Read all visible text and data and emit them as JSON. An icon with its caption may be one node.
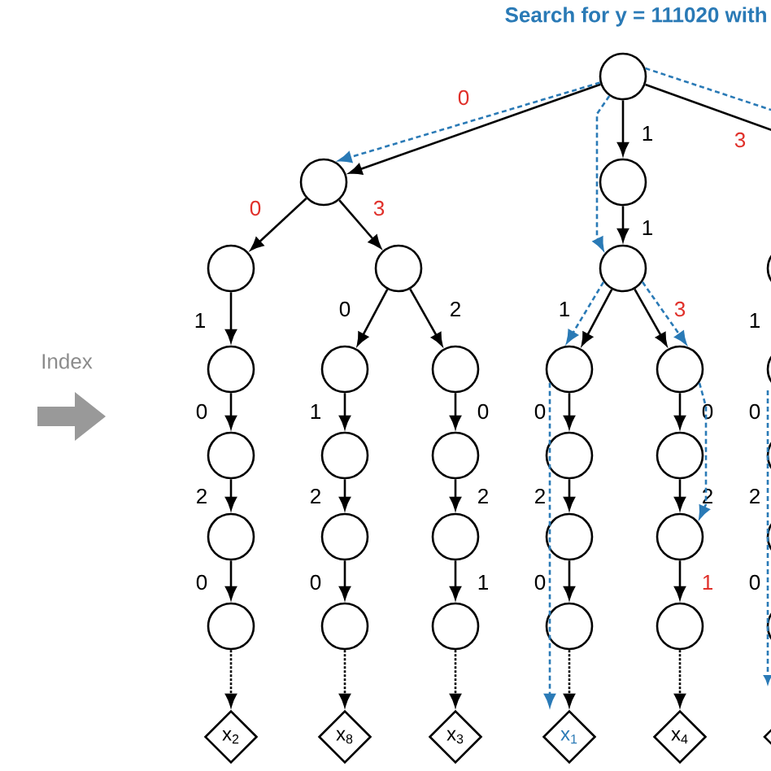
{
  "diagram": {
    "title": "Search for y = 111020 with",
    "nodes": [
      {
        "text": [],
        "shape": "circle"
      },
      {
        "text": [],
        "shape": "circle"
      },
      {
        "text": [],
        "shape": "circle"
      },
      {
        "text": [],
        "shape": "circle"
      },
      {
        "text": [],
        "shape": "circle"
      },
      {
        "text": [],
        "shape": "circle"
      },
      {
        "text": [],
        "shape": "circle"
      },
      {
        "text": [],
        "shape": "circle"
      },
      {
        "text": [],
        "shape": "circle"
      },
      {
        "text": [],
        "shape": "circle"
      },
      {
        "text": [],
        "shape": "circle"
      },
      {
        "text": [],
        "shape": "circle"
      },
      {
        "text": [],
        "shape": "circle"
      },
      {
        "text": [],
        "shape": "circle"
      },
      {
        "text": [],
        "shape": "circle"
      },
      {
        "text": [],
        "shape": "circle"
      },
      {
        "text": [],
        "shape": "circle"
      },
      {
        "text": [],
        "shape": "circle"
      },
      {
        "text": [],
        "shape": "circle"
      },
      {
        "text": [],
        "shape": "circle"
      },
      {
        "text": [],
        "shape": "circle"
      },
      {
        "text": [],
        "shape": "circle"
      },
      {
        "text": [],
        "shape": "circle"
      },
      {
        "text": [],
        "shape": "circle"
      },
      {
        "text": [],
        "shape": "circle"
      },
      {
        "text": [],
        "shape": "circle"
      },
      {
        "text": [
          "x$_{2}$"
        ]
      },
      {
        "text": [
          "x$_{8}$"
        ]
      },
      {
        "text": [
          "x$_{3}$"
        ]
      },
      {
        "text": [
          "x$_{1}$"
        ]
      },
      {
        "text": [
          "x$_{4}$"
        ]
      }
    ],
    "edges": [
      {
        "from": 0,
        "to": 1,
        "arrow": "to",
        "label": "0"
      },
      {
        "from": 0,
        "to": 2,
        "arrow": "to",
        "label": "1"
      },
      {
        "from": 0,
        "to": null,
        "arrow": "none",
        "label": "3"
      },
      {
        "from": 1,
        "to": 3,
        "arrow": "to",
        "label": "0"
      },
      {
        "from": 1,
        "to": 4,
        "arrow": "to",
        "label": "3"
      },
      {
        "from": 2,
        "to": 5,
        "arrow": "to",
        "label": "1"
      },
      {
        "from": 3,
        "to": 6,
        "arrow": "to",
        "label": "1"
      },
      {
        "from": 4,
        "to": 7,
        "arrow": "to",
        "label": "0"
      },
      {
        "from": 4,
        "to": 8,
        "arrow": "to",
        "label": "2"
      },
      {
        "from": 5,
        "to": 9,
        "arrow": "to",
        "label": "1"
      },
      {
        "from": 5,
        "to": 10,
        "arrow": "to",
        "label": "3"
      },
      {
        "from": 6,
        "to": 11,
        "arrow": "to",
        "label": "0"
      },
      {
        "from": 11,
        "to": 16,
        "arrow": "to",
        "label": "2"
      },
      {
        "from": 16,
        "to": 21,
        "arrow": "to",
        "label": "0"
      },
      {
        "from": 7,
        "to": 12,
        "arrow": "to",
        "label": "1"
      },
      {
        "from": 12,
        "to": 17,
        "arrow": "to",
        "label": "2"
      },
      {
        "from": 17,
        "to": 22,
        "arrow": "to",
        "label": "0"
      },
      {
        "from": 8,
        "to": 13,
        "arrow": "to",
        "label": "0"
      },
      {
        "from": 13,
        "to": 18,
        "arrow": "to",
        "label": "2"
      },
      {
        "from": 18,
        "to": 23,
        "arrow": "to",
        "label": "1"
      },
      {
        "from": 9,
        "to": 14,
        "arrow": "to",
        "label": "0"
      },
      {
        "from": 14,
        "to": 19,
        "arrow": "to",
        "label": "2"
      },
      {
        "from": 19,
        "to": 24,
        "arrow": "to",
        "label": "0"
      },
      {
        "from": 10,
        "to": 15,
        "arrow": "to",
        "label": "0"
      },
      {
        "from": 15,
        "to": 20,
        "arrow": "to",
        "label": "2"
      },
      {
        "from": 20,
        "to": 25,
        "arrow": "to",
        "label": "1"
      },
      {
        "from": 21,
        "to": 26,
        "arrow": "to",
        "style": "dashed"
      },
      {
        "from": 22,
        "to": 27,
        "arrow": "to",
        "style": "dashed"
      },
      {
        "from": 23,
        "to": 28,
        "arrow": "to",
        "style": "dashed"
      },
      {
        "from": 24,
        "to": 29,
        "arrow": "to",
        "style": "dashed"
      },
      {
        "from": 25,
        "to": 30,
        "arrow": "to",
        "style": "dashed"
      },
      {
        "from": 0,
        "to": 1,
        "arrow": "to",
        "style": "dashed",
        "color": "#2a7ab6"
      },
      {
        "from": 0,
        "to": 5,
        "arrow": "to",
        "style": "dashed",
        "color": "#2a7ab6"
      },
      {
        "from": 0,
        "to": null,
        "arrow": "none",
        "style": "dashed",
        "color": "#2a7ab6"
      },
      {
        "from": 5,
        "to": 9,
        "arrow": "to",
        "style": "dashed",
        "color": "#2a7ab6"
      },
      {
        "from": 5,
        "to": 10,
        "arrow": "to",
        "style": "dashed",
        "color": "#2a7ab6"
      },
      {
        "from": 9,
        "to": 29,
        "arrow": "to",
        "style": "dashed",
        "color": "#2a7ab6"
      },
      {
        "from": 10,
        "to": 20,
        "arrow": "to",
        "style": "dashed",
        "color": "#2a7ab6"
      }
    ],
    "labels": [
      "Index",
      "1",
      "0",
      "2",
      "0"
    ]
  }
}
